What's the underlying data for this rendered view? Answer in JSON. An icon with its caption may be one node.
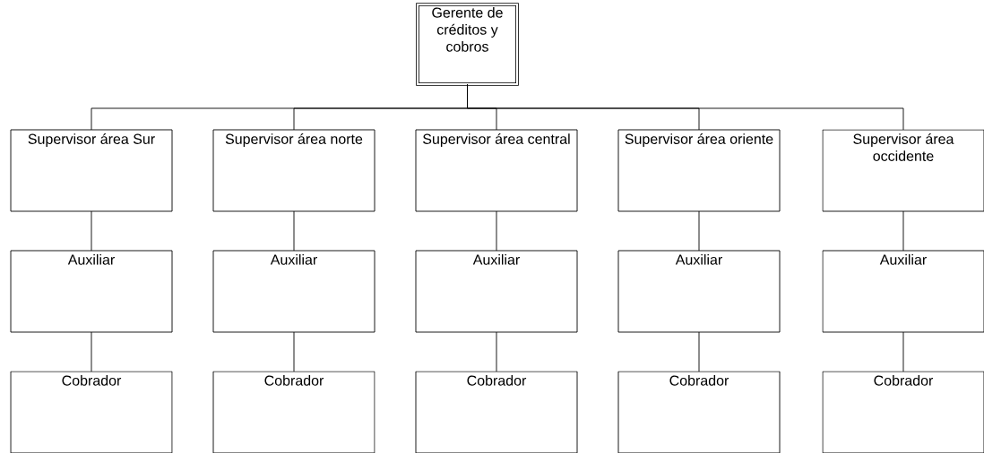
{
  "diagram": {
    "nodes": [
      {
        "text": [
          "Gerente de créditos y cobros"
        ]
      },
      {
        "text": [
          "Supervisor área Sur"
        ]
      },
      {
        "text": [
          "Supervisor área norte"
        ]
      },
      {
        "text": [
          "Supervisor área central"
        ]
      },
      {
        "text": [
          "Supervisor área oriente"
        ]
      },
      {
        "text": [
          "Supervisor área occidente"
        ]
      },
      {
        "text": [
          "Auxiliar"
        ]
      },
      {
        "text": [
          "Auxiliar"
        ]
      },
      {
        "text": [
          "Auxiliar"
        ]
      },
      {
        "text": [
          "Auxiliar"
        ]
      },
      {
        "text": [
          "Auxiliar"
        ]
      },
      {
        "text": [
          "Cobrador"
        ]
      },
      {
        "text": [
          "Cobrador"
        ]
      },
      {
        "text": [
          "Cobrador"
        ]
      },
      {
        "text": [
          "Cobrador"
        ]
      },
      {
        "text": [
          "Cobrador"
        ]
      }
    ],
    "edges": [
      {
        "from": 0,
        "to": 1,
        "arrow": "none"
      },
      {
        "from": 0,
        "to": 2,
        "arrow": "none"
      },
      {
        "from": 0,
        "to": 3,
        "arrow": "none"
      },
      {
        "from": 0,
        "to": 4,
        "arrow": "none"
      },
      {
        "from": 0,
        "to": 5,
        "arrow": "none"
      },
      {
        "from": 1,
        "to": 6,
        "arrow": "none"
      },
      {
        "from": 2,
        "to": 7,
        "arrow": "none"
      },
      {
        "from": 3,
        "to": 8,
        "arrow": "none"
      },
      {
        "from": 4,
        "to": 9,
        "arrow": "none"
      },
      {
        "from": 5,
        "to": 10,
        "arrow": "none"
      },
      {
        "from": 6,
        "to": 11,
        "arrow": "none"
      },
      {
        "from": 7,
        "to": 12,
        "arrow": "none"
      },
      {
        "from": 8,
        "to": 13,
        "arrow": "none"
      },
      {
        "from": 9,
        "to": 14,
        "arrow": "none"
      },
      {
        "from": 10,
        "to": 15,
        "arrow": "none"
      }
    ]
  }
}
